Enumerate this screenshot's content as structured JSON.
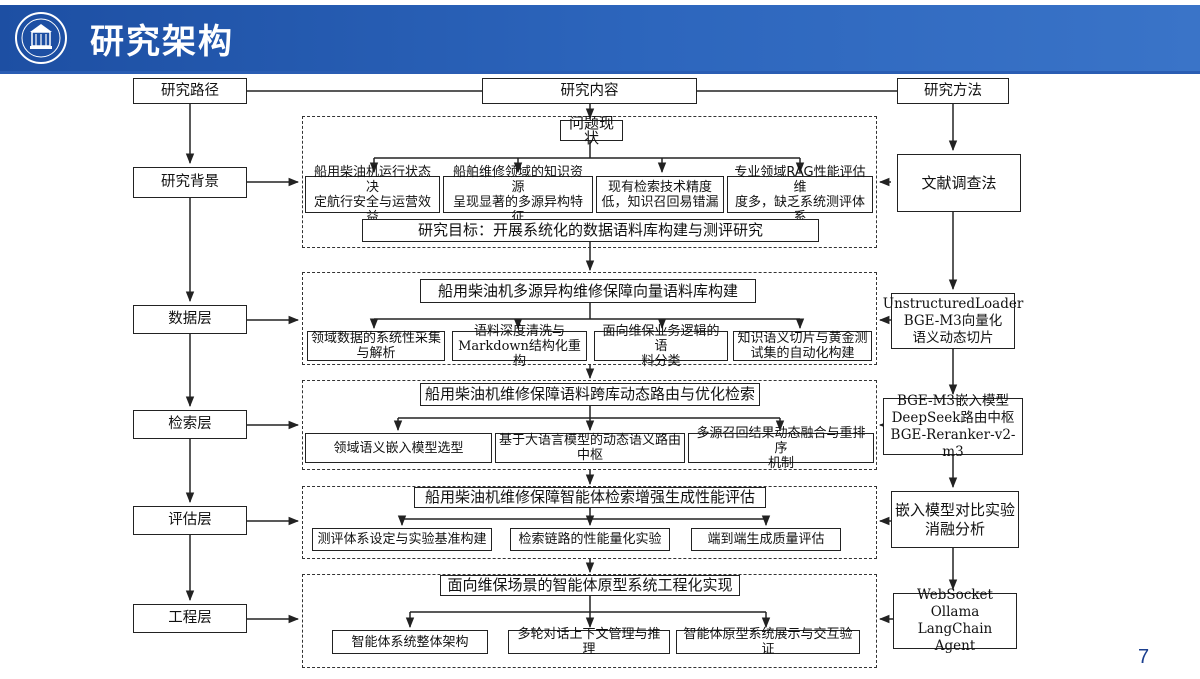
{
  "header": {
    "title": "研究架构",
    "logo_icon": "university-seal-icon",
    "band_color": "#2356ac"
  },
  "columns": {
    "path": "研究路径",
    "content": "研究内容",
    "method": "研究方法"
  },
  "stages": [
    "研究背景",
    "数据层",
    "检索层",
    "评估层",
    "工程层"
  ],
  "background": {
    "title": "问题现状",
    "items": [
      [
        "船用柴油机运行状态决",
        "定航行安全与运营效益"
      ],
      [
        "船舶维修领域的知识资源",
        "呈现显著的多源异构特征"
      ],
      [
        "现有检索技术精度",
        "低，知识召回易错漏"
      ],
      [
        "专业领域RAG性能评估维",
        "度多，缺乏系统测评体系"
      ]
    ],
    "goal": "研究目标：开展系统化的数据语料库构建与测评研究"
  },
  "data_layer": {
    "title": "船用柴油机多源异构维修保障向量语料库构建",
    "items": [
      [
        "领域数据的系统性采集",
        "与解析"
      ],
      [
        "语料深度清洗与",
        "Markdown结构化重构"
      ],
      [
        "面向维保业务逻辑的语",
        "料分类"
      ],
      [
        "知识语义切片与黄金测",
        "试集的自动化构建"
      ]
    ]
  },
  "retrieval_layer": {
    "title": "船用柴油机维修保障语料跨库动态路由与优化检索",
    "items": [
      [
        "领域语义嵌入模型选型"
      ],
      [
        "基于大语言模型的动态语义路由",
        "中枢"
      ],
      [
        "多源召回结果动态融合与重排序",
        "机制"
      ]
    ]
  },
  "eval_layer": {
    "title": "船用柴油机维修保障智能体检索增强生成性能评估",
    "items": [
      "测评体系设定与实验基准构建",
      "检索链路的性能量化实验",
      "端到端生成质量评估"
    ]
  },
  "eng_layer": {
    "title": "面向维保场景的智能体原型系统工程化实现",
    "items": [
      "智能体系统整体架构",
      "多轮对话上下文管理与推理",
      "智能体原型系统展示与交互验证"
    ]
  },
  "methods": [
    [
      "文献调查法"
    ],
    [
      "UnstructuredLoader",
      "BGE-M3向量化",
      "语义动态切片"
    ],
    [
      "BGE-M3嵌入模型",
      "DeepSeek路由中枢",
      "BGE-Reranker-v2-m3"
    ],
    [
      "嵌入模型对比实验",
      "消融分析"
    ],
    [
      "WebSocket",
      "Ollama",
      "LangChain Agent"
    ]
  ],
  "page_number": "7"
}
